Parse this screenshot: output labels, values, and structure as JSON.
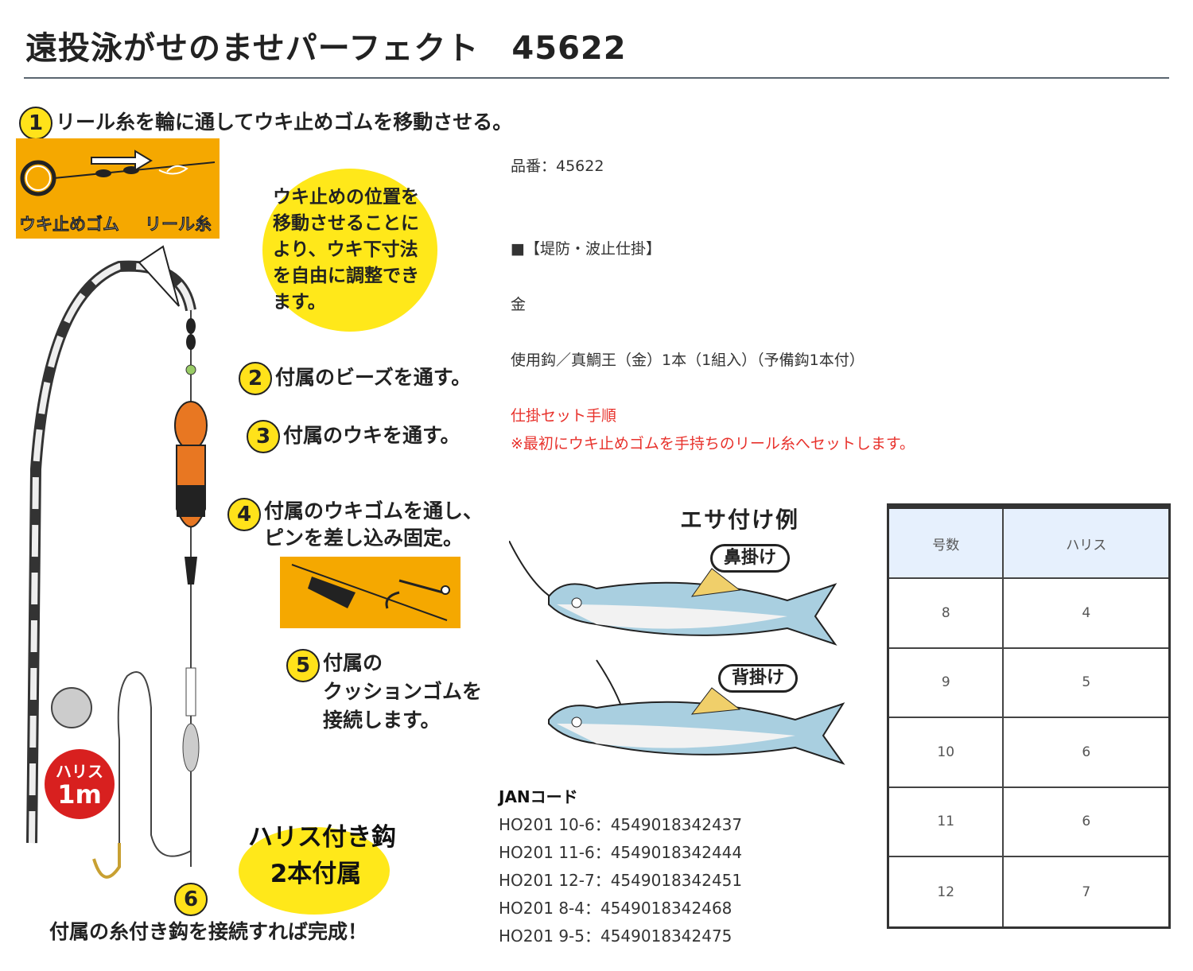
{
  "title": "遠投泳がせのませパーフェクト　45622",
  "diagram": {
    "steps": [
      {
        "num": "1",
        "text": "リール糸を輪に通してウキ止めゴムを移動させる。"
      },
      {
        "num": "2",
        "text": "付属のビーズを通す。"
      },
      {
        "num": "3",
        "text": "付属のウキを通す。"
      },
      {
        "num": "4",
        "text": "付属のウキゴムを通し、\nピンを差し込み固定。"
      },
      {
        "num": "5",
        "text": "付属の\nクッションゴムを\n接続します。"
      },
      {
        "num": "6",
        "text": "付属の糸付き鈎を接続すれば完成！"
      }
    ],
    "box1_labels": {
      "left": "ウキ止めゴム",
      "right": "リール糸"
    },
    "bubble": "ウキ止めの位置を\n移動させることに\nより、ウキ下寸法\nを自由に調整でき\nます。",
    "harisu_badge": {
      "line1": "ハリス",
      "line2": "1m"
    },
    "accessory_badge": "ハリス付き鈎\n2本付属",
    "colors": {
      "accent": "#ffe81a",
      "orange": "#f5a800",
      "red_badge": "#d8201f"
    }
  },
  "info": {
    "product_number": "品番：45622",
    "category": "■【堤防・波止仕掛】",
    "color": "金",
    "hook": "使用鈎／真鯛王（金）1本（1組入）（予備鈎1本付）",
    "procedure_title": "仕掛セット手順",
    "procedure_note": "※最初にウキ止めゴムを手持ちのリール糸へセットします。"
  },
  "bait": {
    "title": "エサ付け例",
    "nose": "鼻掛け",
    "back": "背掛け"
  },
  "jan": {
    "heading": "JANコード",
    "codes": [
      "HO201 10-6：4549018342437",
      "HO201 11-6：4549018342444",
      "HO201 12-7：4549018342451",
      "HO201 8-4：4549018342468",
      "HO201 9-5：4549018342475"
    ]
  },
  "table": {
    "headers": [
      "号数",
      "ハリス"
    ],
    "rows": [
      [
        "8",
        "4"
      ],
      [
        "9",
        "5"
      ],
      [
        "10",
        "6"
      ],
      [
        "11",
        "6"
      ],
      [
        "12",
        "7"
      ]
    ]
  }
}
